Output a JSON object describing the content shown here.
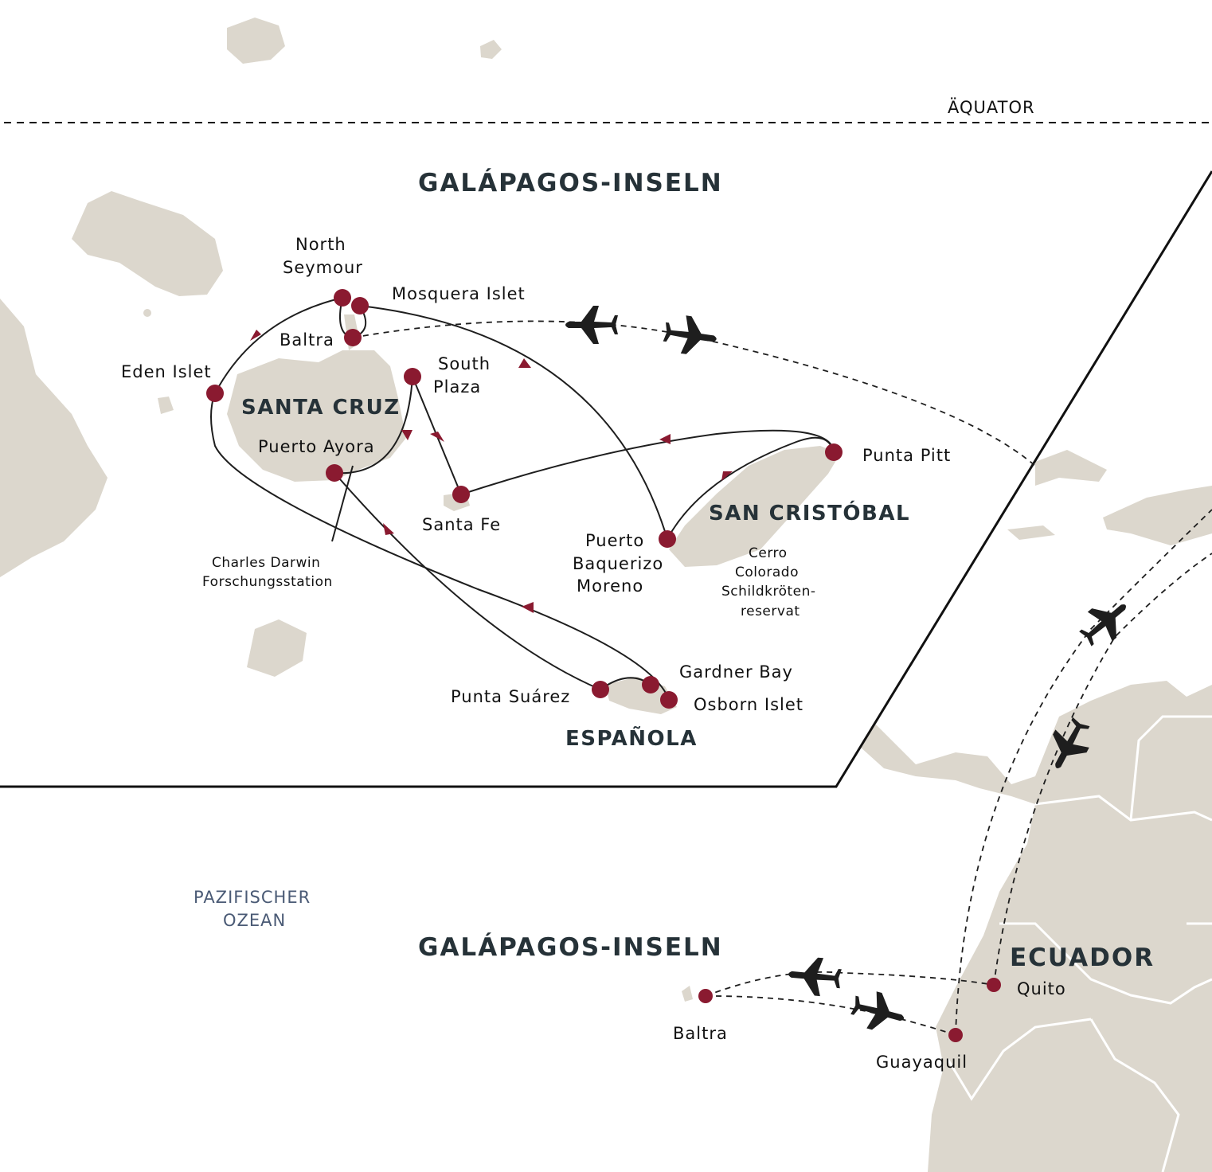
{
  "equator_label": "ÄQUATOR",
  "title_inset": "GALÁPAGOS-INSELN",
  "title_main": "GALÁPAGOS-INSELN",
  "ocean_label": [
    "PAZIFISCHER",
    "OZEAN"
  ],
  "country_label": "ECUADOR",
  "islands": {
    "santa_cruz": "SANTA CRUZ",
    "san_cristobal": "SAN CRISTÓBAL",
    "espanola": "ESPAÑOLA"
  },
  "places": {
    "north_seymour": [
      "North",
      "Seymour"
    ],
    "mosquera": "Mosquera Islet",
    "baltra": "Baltra",
    "eden": "Eden Islet",
    "south_plaza": [
      "South",
      "Plaza"
    ],
    "puerto_ayora": "Puerto Ayora",
    "santa_fe": "Santa Fe",
    "punta_pitt": "Punta Pitt",
    "puerto_baquerizo": [
      "Puerto",
      "Baquerizo",
      "Moreno"
    ],
    "cerro_colorado": [
      "Cerro",
      "Colorado",
      "Schildkröten-",
      "reservat"
    ],
    "darwin_station": [
      "Charles Darwin",
      "Forschungsstation"
    ],
    "gardner_bay": "Gardner Bay",
    "osborn": "Osborn Islet",
    "punta_suarez": "Punta Suárez",
    "baltra_main": "Baltra",
    "quito": "Quito",
    "guayaquil": "Guayaquil"
  },
  "colors": {
    "land": "#dcd7cd",
    "marker": "#8a1a30",
    "title": "#263238",
    "ocean": "#4a5a75"
  }
}
